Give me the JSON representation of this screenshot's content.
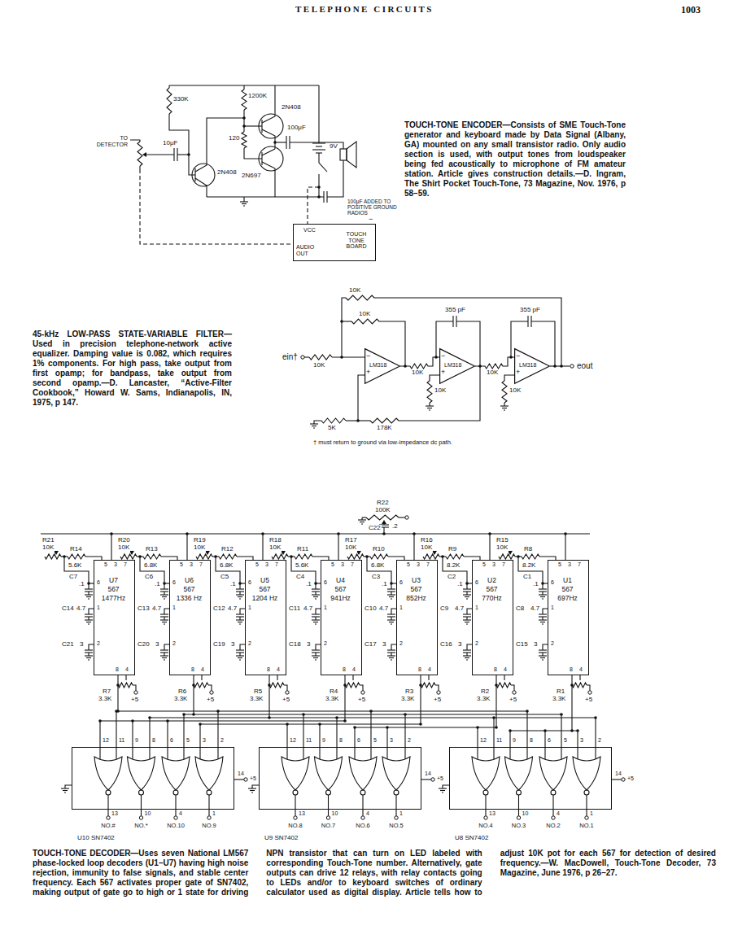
{
  "diagram": {
    "title": "TELEPHONE CIRCUITS",
    "nodes": [
      {
        "text": [
          "VCC",
          "TOUCH TONE BOARD",
          "AUDIO OUT"
        ]
      },
      {
        "text": [
          "LM318",
          "−",
          "+"
        ]
      },
      {
        "text": [
          "LM318",
          "−",
          "+"
        ]
      },
      {
        "text": [
          "LM318",
          "−",
          "+"
        ]
      },
      {
        "text": [
          "U7",
          "567",
          "1477Hz"
        ]
      },
      {
        "text": [
          "U6",
          "567",
          "1336 Hz"
        ]
      },
      {
        "text": [
          "U5",
          "567",
          "1204 Hz"
        ]
      },
      {
        "text": [
          "U4",
          "567",
          "941Hz"
        ]
      },
      {
        "text": [
          "U3",
          "567",
          "852Hz"
        ]
      },
      {
        "text": [
          "U2",
          "567",
          "770Hz"
        ]
      },
      {
        "text": [
          "U1",
          "567",
          "697Hz"
        ]
      },
      {
        "text": [
          "U10 SN7402"
        ]
      },
      {
        "text": [
          "U9 SN7402"
        ]
      },
      {
        "text": [
          "U8 SN7402"
        ]
      }
    ],
    "edges": [
      {
        "from": 1,
        "to": 2,
        "arrow": "none"
      },
      {
        "from": 2,
        "to": 3,
        "arrow": "none"
      }
    ],
    "labels": [
      "1003",
      "TOUCH-TONE ENCODER—",
      "Consists of SME Touch-Tone generator and keyboard made by Data Signal (Albany, GA) mounted on any small transistor radio. Only audio section is used, with output tones from loudspeaker being fed acoustically to microphone of FM amateur station. Article gives construction details.—D. Ingram, The Shirt Pocket Touch-Tone, 73 Magazine, Nov. 1976, p 58–59.",
      "330K",
      "1200K",
      "120",
      "2N408",
      "100μF",
      "TO DETECTOR",
      "10μF",
      "2N408",
      "2N697",
      "9V",
      "100μF ADDED TO POSITIVE GROUND RADIOS",
      "−",
      "45-kHz LOW-PASS STATE-VARIABLE FILTER—",
      "Used in precision telephone-network active equalizer. Damping value is 0.082, which requires 1% components. For high pass, take output from first opamp; for bandpass, take output from second opamp.—D. Lancaster, “Active-Filter Cookbook,” Howard W. Sams, Indianapolis, IN, 1975, p 147.",
      "10K",
      "10K",
      "355 pF",
      "355 pF",
      "ein†",
      "10K",
      "10K",
      "10K",
      "eout",
      "10K",
      "10K",
      "5K",
      "178K",
      "† must return to ground via low-impedance dc path.",
      "R22",
      "100K",
      "C22",
      ".2",
      "R21",
      "10K",
      "R14",
      "5.6K",
      "C7",
      ".1",
      "C14",
      "4.7",
      "C21",
      "3",
      "R7",
      "3.3K",
      "+5",
      "5",
      "3",
      "7",
      "6",
      "1",
      "2",
      "8",
      "4",
      "R20",
      "10K",
      "R13",
      "6.8K",
      "C6",
      ".1",
      "C13",
      "4.7",
      "C20",
      "3",
      "R6",
      "3.3K",
      "+5",
      "5",
      "3",
      "7",
      "6",
      "1",
      "2",
      "8",
      "4",
      "R19",
      "10K",
      "R12",
      "6.8K",
      "C5",
      ".1",
      "C12",
      "4.7",
      "C19",
      "3",
      "R5",
      "3.3K",
      "+5",
      "5",
      "3",
      "7",
      "6",
      "1",
      "2",
      "8",
      "4",
      "R18",
      "10K",
      "R11",
      "5.6K",
      "C4",
      ".1",
      "C11",
      "4.7",
      "C18",
      "3",
      "R4",
      "3.3K",
      "+5",
      "5",
      "3",
      "7",
      "6",
      "1",
      "2",
      "8",
      "4",
      "R17",
      "10K",
      "R10",
      "6.8K",
      "C3",
      ".1",
      "C10",
      "4.7",
      "C17",
      "3",
      "R3",
      "3.3K",
      "+5",
      "5",
      "3",
      "7",
      "6",
      "1",
      "2",
      "8",
      "4",
      "R16",
      "10K",
      "R9",
      "8.2K",
      "C2",
      ".1",
      "C9",
      "4.7",
      "C16",
      "3",
      "R2",
      "3.3K",
      "+5",
      "5",
      "3",
      "7",
      "6",
      "1",
      "2",
      "8",
      "4",
      "R15",
      "10K",
      "R8",
      "8.2K",
      "C1",
      ".1",
      "C8",
      "4.7",
      "C15",
      "3",
      "R1",
      "3.3K",
      "+5",
      "5",
      "3",
      "7",
      "6",
      "1",
      "2",
      "8",
      "4",
      "12",
      "11",
      "9",
      "8",
      "6",
      "5",
      "3",
      "2",
      "14",
      "+5",
      "13",
      "10",
      "4",
      "1",
      "NO.#",
      "NO.*",
      "NO.10",
      "NO.9",
      "12",
      "11",
      "9",
      "8",
      "6",
      "5",
      "3",
      "2",
      "14",
      "+5",
      "13",
      "10",
      "4",
      "1",
      "NO.8",
      "NO.7",
      "NO.6",
      "NO.5",
      "12",
      "11",
      "9",
      "8",
      "6",
      "5",
      "3",
      "2",
      "14",
      "+5",
      "13",
      "10",
      "4",
      "1",
      "NO.4",
      "NO.3",
      "NO.2",
      "NO.1",
      "TOUCH-TONE DECODER—",
      "Uses seven National LM567 phase-locked loop decoders (U1–U7) having high noise rejection, immunity to false signals, and stable center frequency. Each 567 activates proper gate of SN7402, making output of gate go to high or 1 state for driving NPN transistor that can turn on LED labeled with corresponding Touch-Tone number. Alternatively, gate outputs can drive 12 relays, with relay contacts going to LEDs and/or to keyboard switches of ordinary calculator used as digital display. Article tells how to adjust 10K pot for each 567 for detection of desired frequency.—W. MacDowell, Touch-Tone Decoder, 73 Magazine, June 1976, p 26–27."
    ]
  }
}
